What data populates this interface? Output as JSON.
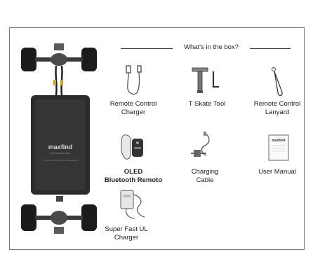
{
  "header": {
    "title": "What's in the box?"
  },
  "board": {
    "brand": "maxfind",
    "brand_sub": "BOOSTED BOARDS",
    "panel_text": "The World's Best Electric Skateboard"
  },
  "items": [
    {
      "line1": "Remote Control",
      "line2": "Charger",
      "icon": "remote-charger-icon"
    },
    {
      "line1": "T Skate Tool",
      "line2": "",
      "icon": "t-skate-tool-icon"
    },
    {
      "line1": "Remote Control",
      "line2": "Lanyard",
      "icon": "lanyard-icon"
    },
    {
      "line1": "OLED",
      "line2": "Bluetooth Remoto",
      "icon": "oled-remote-icon"
    },
    {
      "line1": "Charging",
      "line2": "Cable",
      "icon": "charging-cable-icon"
    },
    {
      "line1": "User Manual",
      "line2": "",
      "icon": "user-manual-icon"
    },
    {
      "line1": "Super Fast UL",
      "line2": "Charger",
      "icon": "ul-charger-icon"
    }
  ],
  "manual": {
    "brand": "maxfind"
  }
}
